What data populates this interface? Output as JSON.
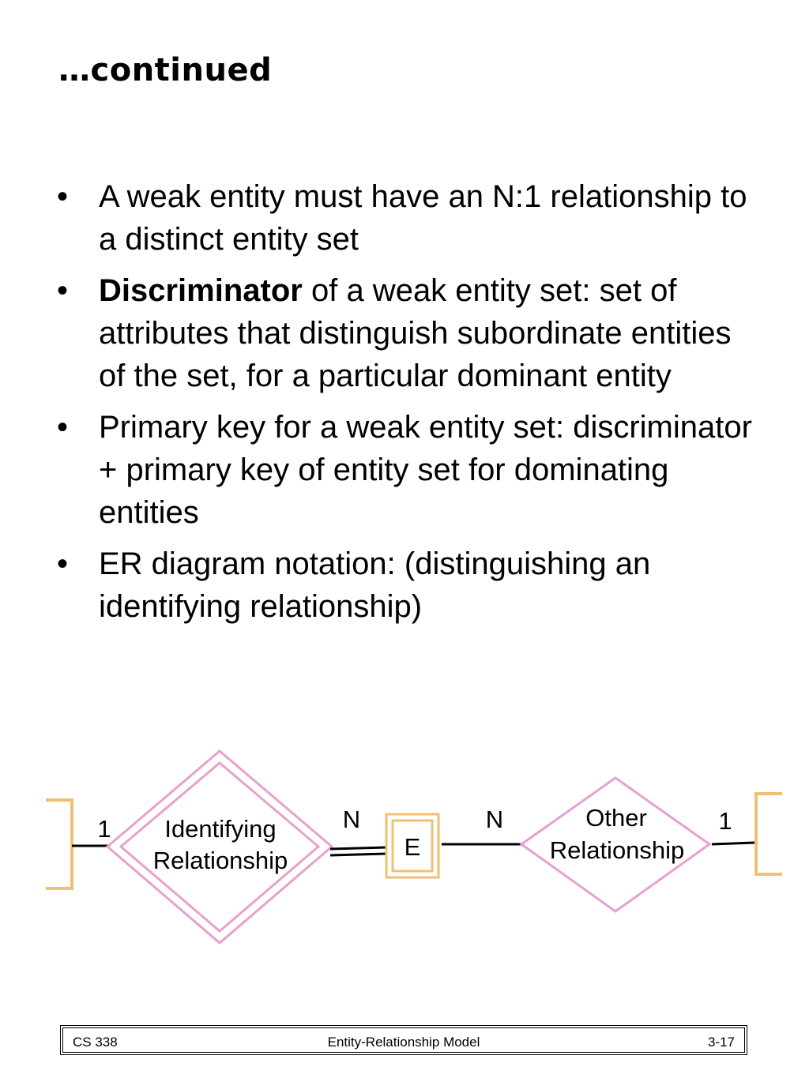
{
  "slide": {
    "title": "…continued"
  },
  "bullets": [
    {
      "bullet": "•",
      "bold": "",
      "text": "A weak entity must have an N:1 relationship to a distinct entity set"
    },
    {
      "bullet": "•",
      "bold": "Discriminator",
      "text": " of a weak entity set:  set of attributes that distinguish subordinate entities of the set, for a particular dominant entity"
    },
    {
      "bullet": "•",
      "bold": "",
      "text": "Primary key for a weak entity set: discriminator + primary key of entity set for dominating entities"
    },
    {
      "bullet": "•",
      "bold": "",
      "text": "ER diagram notation: (distinguishing an identifying relationship)"
    }
  ],
  "diagram": {
    "identifying_relationship": [
      "Identifying",
      "Relationship"
    ],
    "weak_entity": "E",
    "other_relationship": [
      "Other",
      "Relationship"
    ],
    "cardinality_left_one": "1",
    "cardinality_left_n": "N",
    "cardinality_right_n": "N",
    "cardinality_right_one": "1",
    "colors": {
      "relationship_stroke": "#e8a0d0",
      "entity_stroke": "#f0c070",
      "line": "#000000"
    }
  },
  "footer": {
    "course": "CS 338",
    "topic": "Entity-Relationship Model",
    "page": "3-17"
  }
}
